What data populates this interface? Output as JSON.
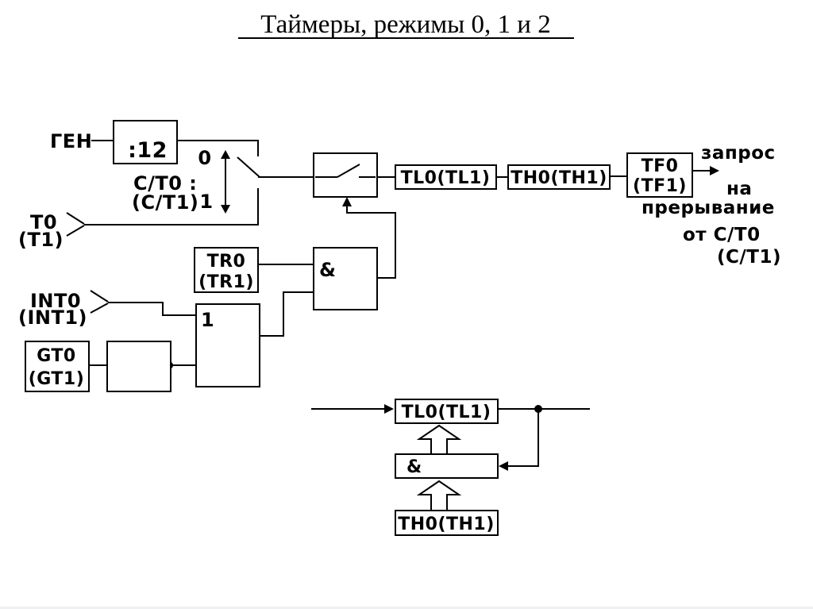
{
  "title": "Таймеры, режимы 0, 1 и 2",
  "inputs": {
    "gen": "ГЕН",
    "t": "T0",
    "t_alt": "(T1)",
    "int": "INT0",
    "int_alt": "(INT1)"
  },
  "selector": {
    "name": "C/T0 :",
    "name_alt": "(C/T1)",
    "pos0": "0",
    "pos1": "1"
  },
  "blocks": {
    "divider": ":12",
    "tl": "TL0(TL1)",
    "th": "TH0(TH1)",
    "tf": "TF0",
    "tf_alt": "(TF1)",
    "tr": "TR0",
    "tr_alt": "(TR1)",
    "gt": "GT0",
    "gt_alt": "(GT1)",
    "and": "&",
    "or": "1"
  },
  "interrupt_note": {
    "l1": "запрос",
    "l2": "на",
    "l3": "прерывание",
    "l4": "от C/T0",
    "l5": "(C/T1)"
  },
  "mode2": {
    "tl": "TL0(TL1)",
    "and": "&",
    "th": "TH0(TH1)"
  },
  "colors": {
    "ink": "#000000",
    "background": "#ffffff"
  }
}
